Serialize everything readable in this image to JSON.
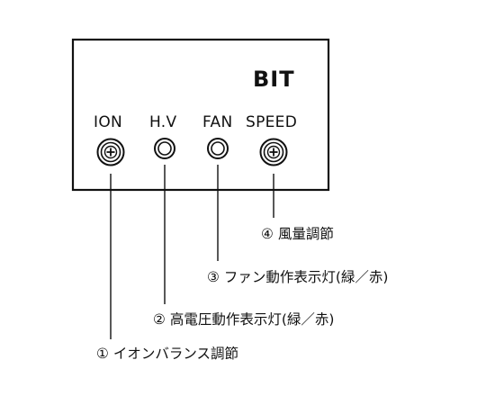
{
  "panel": {
    "logo": "BIT",
    "labels": {
      "ion": "ION",
      "hv": "H.V",
      "fan": "FAN",
      "speed": "SPEED"
    }
  },
  "callouts": {
    "ion_adjust": "① イオンバランス調節",
    "hv_lamp": "② 高電圧動作表示灯(緑／赤)",
    "fan_lamp": "③ ファン動作表示灯(緑／赤)",
    "speed_adjust": "④ 風量調節"
  },
  "colors": {
    "line": "#111111",
    "background": "#ffffff"
  },
  "icons": {
    "ion_knob": "screw-knob-icon",
    "hv_lamp": "indicator-lamp-icon",
    "fan_lamp": "indicator-lamp-icon",
    "speed_knob": "screw-knob-icon"
  }
}
